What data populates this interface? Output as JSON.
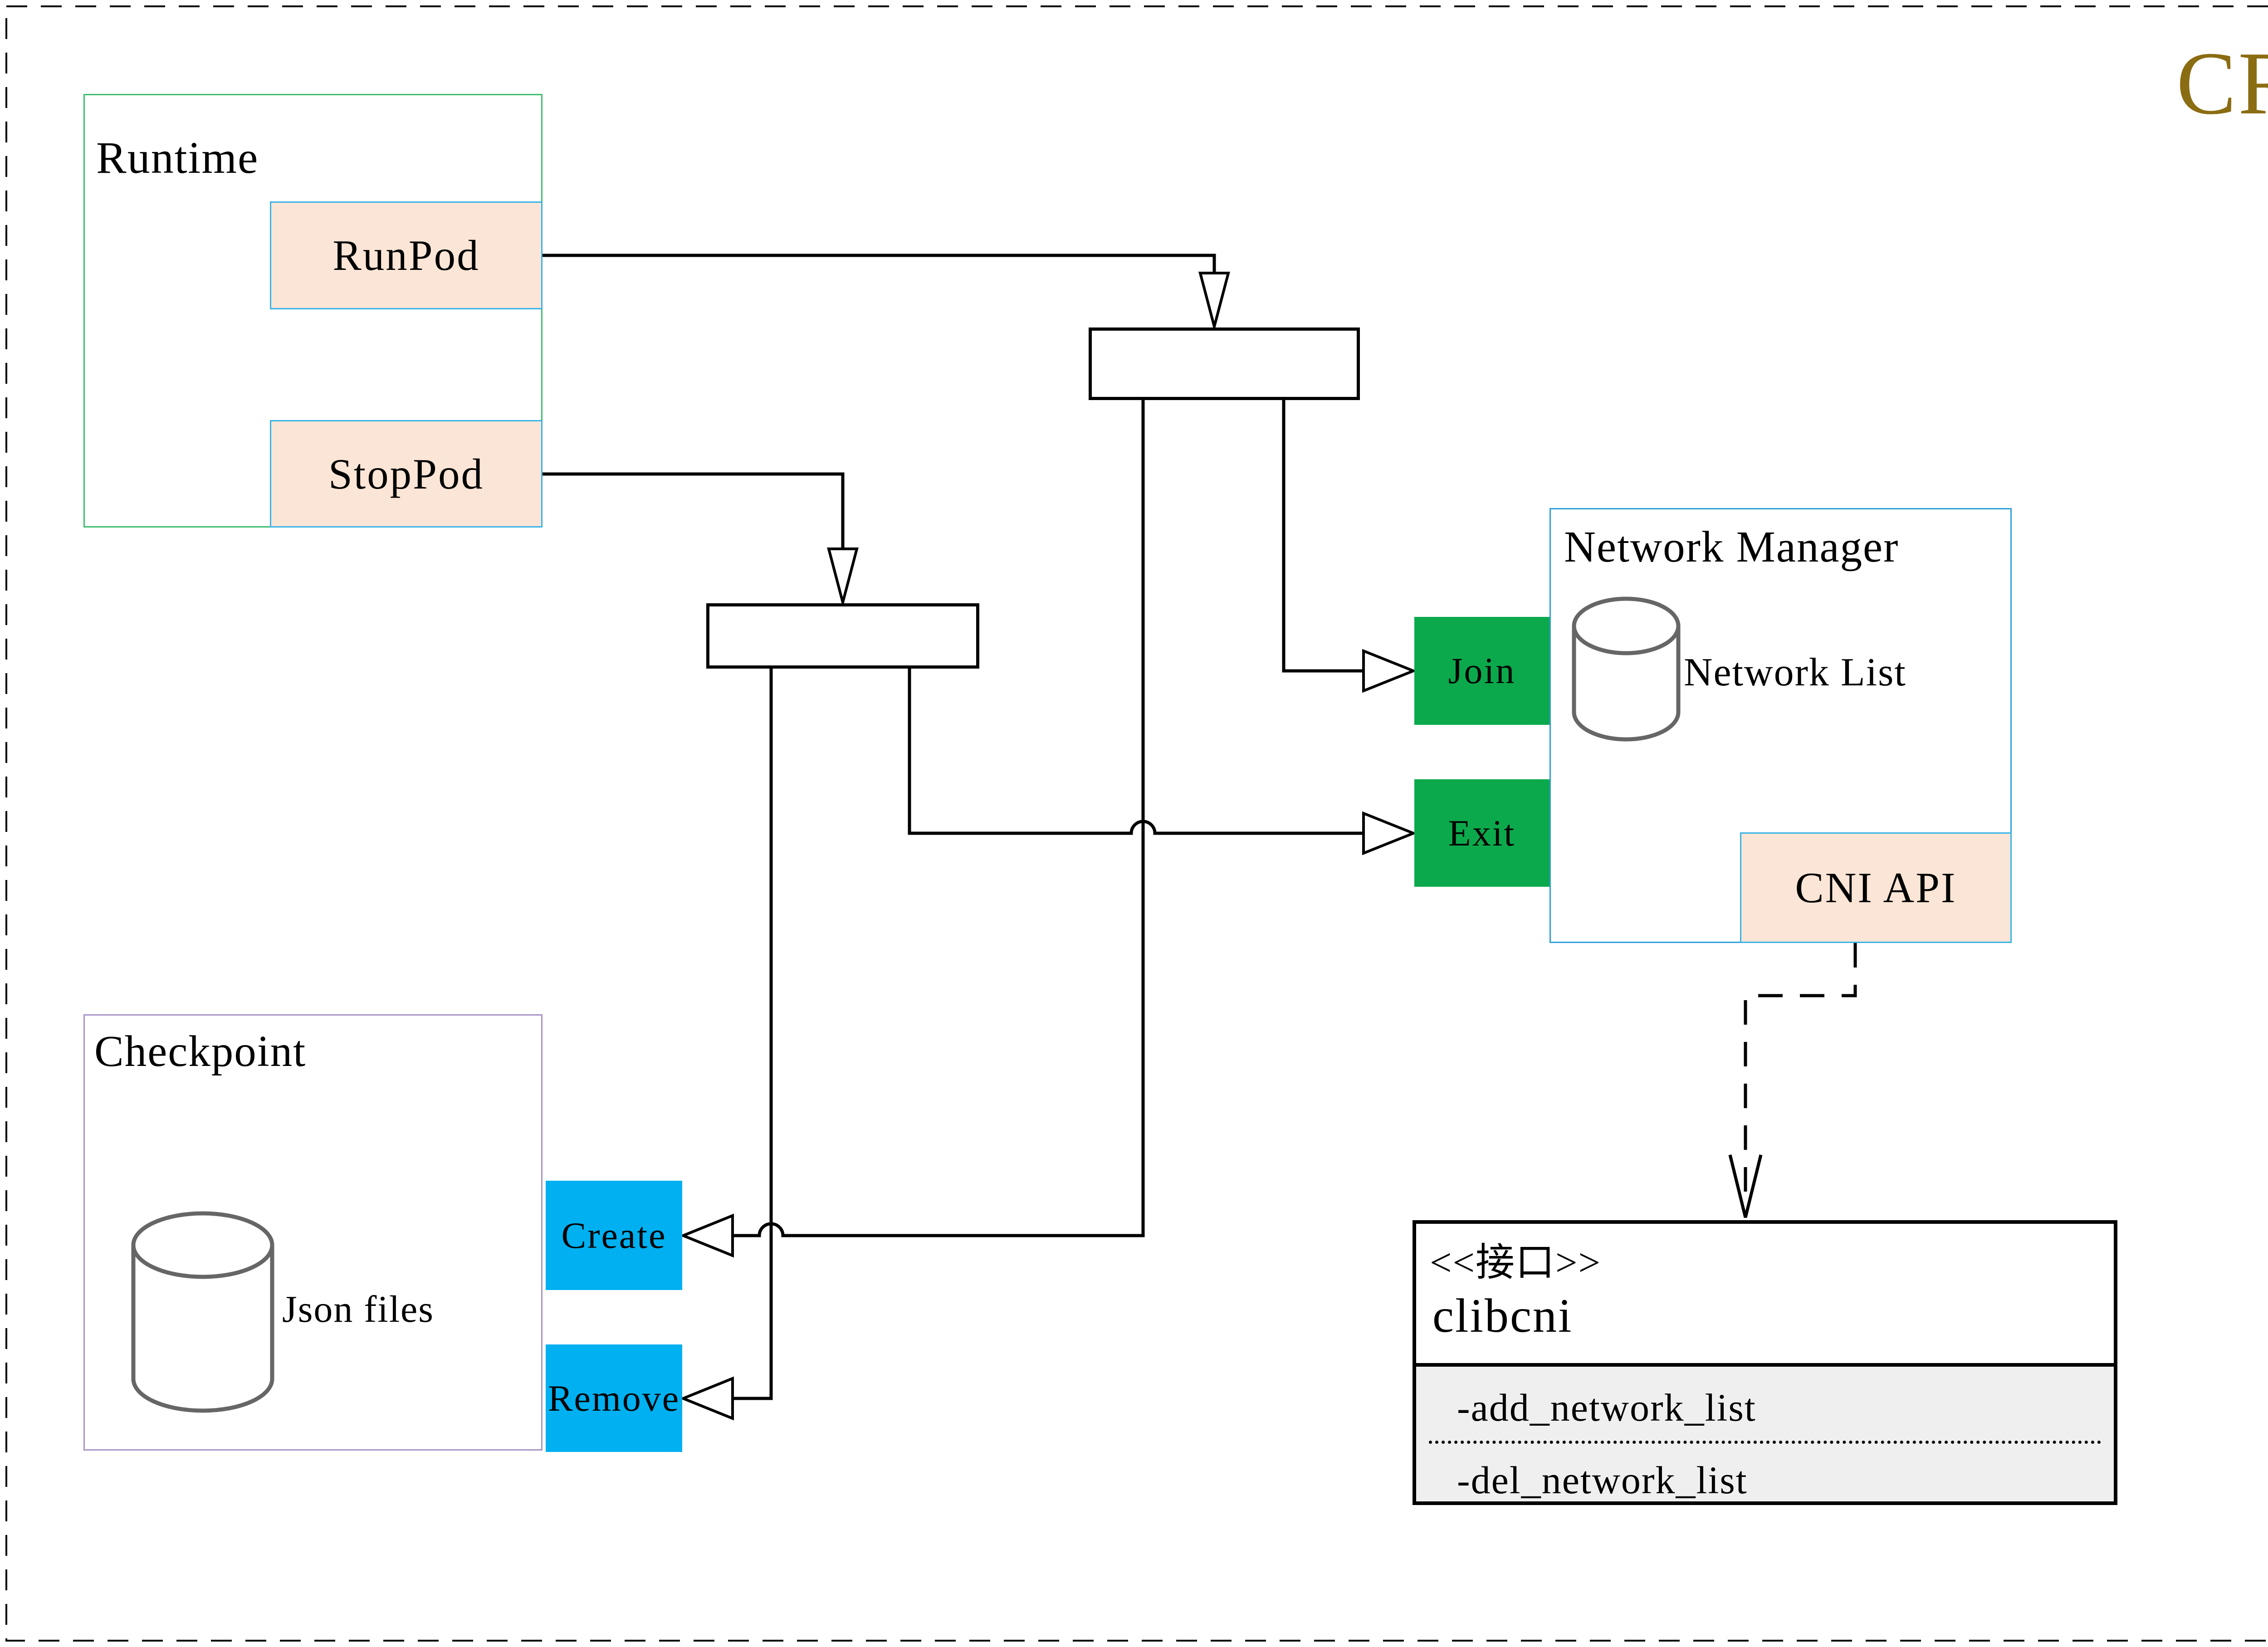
{
  "page": {
    "badge": "CRI"
  },
  "colors": {
    "accent_gold": "#8a6c12",
    "green_fill": "#0ca94c",
    "cyan_fill": "#00b0f0",
    "peach_fill": "#fbe5d6",
    "peach_border": "#3ab3e6",
    "runtime_border": "#3dbd6d",
    "network_manager_border": "#2e9fd9",
    "checkpoint_border": "#a493c4",
    "gray_section": "#efefef",
    "cylinder_stroke": "#666666"
  },
  "runtime": {
    "label": "Runtime",
    "run_pod_label": "RunPod",
    "stop_pod_label": "StopPod"
  },
  "network_manager": {
    "label": "Network Manager",
    "join_label": "Join",
    "exit_label": "Exit",
    "network_list_label": "Network List",
    "cni_api_label": "CNI API"
  },
  "checkpoint": {
    "label": "Checkpoint",
    "json_files_label": "Json files",
    "create_label": "Create",
    "remove_label": "Remove"
  },
  "interface_box": {
    "stereotype": "<<接口>>",
    "name": "clibcni",
    "methods": [
      "-add_network_list",
      "-del_network_list"
    ]
  },
  "icons": {
    "network_list_icon": "database-cylinder",
    "json_files_icon": "database-cylinder"
  }
}
